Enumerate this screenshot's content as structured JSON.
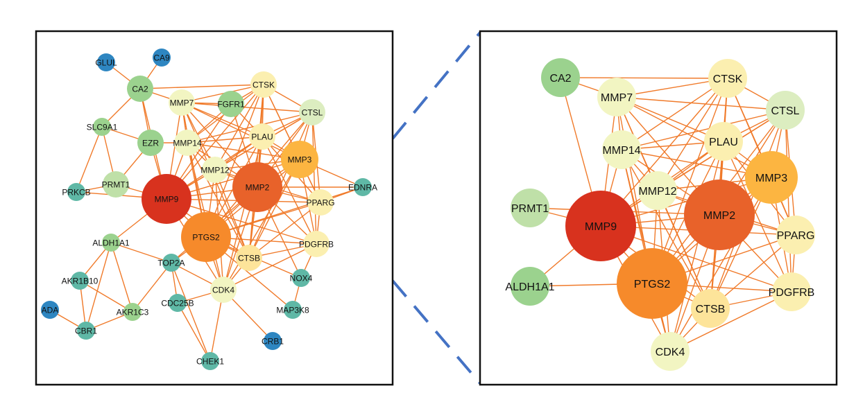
{
  "colors": {
    "edge": "#f07a2a",
    "frame": "#111111",
    "zoom_line": "#4472c4",
    "blue": "#2e86c1",
    "teal": "#5fb8a6",
    "green": "#9bd28e",
    "lightgreen": "#bfe0a8",
    "palegreen": "#dcedc0",
    "paleyellow": "#f2f5c2",
    "lightyellow": "#fbefb0",
    "yellow": "#fde49a",
    "orange": "#fcb541",
    "darkorange": "#f68a2b",
    "redorange": "#e8622a",
    "red": "#d8321e"
  },
  "left_network": {
    "nodes": [
      {
        "id": "GLUL",
        "color": "blue",
        "size": "s"
      },
      {
        "id": "CA9",
        "color": "blue",
        "size": "s"
      },
      {
        "id": "CA2",
        "color": "green",
        "size": "m"
      },
      {
        "id": "MMP7",
        "color": "paleyellow",
        "size": "m"
      },
      {
        "id": "FGFR1",
        "color": "green",
        "size": "m"
      },
      {
        "id": "CTSK",
        "color": "lightyellow",
        "size": "m"
      },
      {
        "id": "CTSL",
        "color": "palegreen",
        "size": "m"
      },
      {
        "id": "SLC9A1",
        "color": "green",
        "size": "s"
      },
      {
        "id": "EZR",
        "color": "green",
        "size": "m"
      },
      {
        "id": "MMP14",
        "color": "paleyellow",
        "size": "m"
      },
      {
        "id": "PLAU",
        "color": "lightyellow",
        "size": "m"
      },
      {
        "id": "MMP3",
        "color": "orange",
        "size": "l"
      },
      {
        "id": "MMP12",
        "color": "paleyellow",
        "size": "m"
      },
      {
        "id": "PRMT1",
        "color": "lightgreen",
        "size": "m"
      },
      {
        "id": "MMP9",
        "color": "red",
        "size": "xl"
      },
      {
        "id": "MMP2",
        "color": "redorange",
        "size": "xl"
      },
      {
        "id": "EDNRA",
        "color": "teal",
        "size": "s"
      },
      {
        "id": "PRKCB",
        "color": "teal",
        "size": "s"
      },
      {
        "id": "PPARG",
        "color": "lightyellow",
        "size": "m"
      },
      {
        "id": "PTGS2",
        "color": "darkorange",
        "size": "xl"
      },
      {
        "id": "ALDH1A1",
        "color": "green",
        "size": "s"
      },
      {
        "id": "PDGFRB",
        "color": "lightyellow",
        "size": "m"
      },
      {
        "id": "TOP2A",
        "color": "teal",
        "size": "s"
      },
      {
        "id": "CTSB",
        "color": "yellow",
        "size": "m"
      },
      {
        "id": "AKR1B10",
        "color": "teal",
        "size": "s"
      },
      {
        "id": "NOX4",
        "color": "teal",
        "size": "s"
      },
      {
        "id": "CDK4",
        "color": "paleyellow",
        "size": "m"
      },
      {
        "id": "ADA",
        "color": "blue",
        "size": "s"
      },
      {
        "id": "CDC25B",
        "color": "teal",
        "size": "s"
      },
      {
        "id": "AKR1C3",
        "color": "green",
        "size": "s"
      },
      {
        "id": "MAP3K8",
        "color": "teal",
        "size": "s"
      },
      {
        "id": "CBR1",
        "color": "teal",
        "size": "s"
      },
      {
        "id": "CRB1",
        "color": "blue",
        "size": "s"
      },
      {
        "id": "CHEK1",
        "color": "teal",
        "size": "s"
      }
    ],
    "edges": [
      [
        "GLUL",
        "CA2"
      ],
      [
        "CA9",
        "CA2"
      ],
      [
        "CA2",
        "MMP7"
      ],
      [
        "CA2",
        "CTSK"
      ],
      [
        "CA2",
        "EZR"
      ],
      [
        "CA2",
        "SLC9A1"
      ],
      [
        "CA2",
        "MMP9"
      ],
      [
        "SLC9A1",
        "EZR"
      ],
      [
        "SLC9A1",
        "PRKCB"
      ],
      [
        "SLC9A1",
        "PRMT1"
      ],
      [
        "EZR",
        "MMP14"
      ],
      [
        "EZR",
        "PRMT1"
      ],
      [
        "EZR",
        "MMP9"
      ],
      [
        "PRKCB",
        "PRMT1"
      ],
      [
        "PRKCB",
        "MMP9"
      ],
      [
        "PRMT1",
        "MMP9"
      ],
      [
        "ALDH1A1",
        "MMP9"
      ],
      [
        "ALDH1A1",
        "TOP2A"
      ],
      [
        "ALDH1A1",
        "AKR1C3"
      ],
      [
        "ALDH1A1",
        "CBR1"
      ],
      [
        "ALDH1A1",
        "AKR1B10"
      ],
      [
        "AKR1B10",
        "CBR1"
      ],
      [
        "AKR1B10",
        "AKR1C3"
      ],
      [
        "ADA",
        "CBR1"
      ],
      [
        "CBR1",
        "AKR1C3"
      ],
      [
        "AKR1C3",
        "TOP2A"
      ],
      [
        "TOP2A",
        "CDC25B"
      ],
      [
        "TOP2A",
        "CHEK1"
      ],
      [
        "TOP2A",
        "CDK4"
      ],
      [
        "TOP2A",
        "PTGS2"
      ],
      [
        "TOP2A",
        "MMP2"
      ],
      [
        "CDC25B",
        "CDK4"
      ],
      [
        "CDC25B",
        "CHEK1"
      ],
      [
        "CHEK1",
        "CDK4"
      ],
      [
        "CRB1",
        "CDK4"
      ],
      [
        "MAP3K8",
        "PTGS2"
      ],
      [
        "MAP3K8",
        "NOX4"
      ],
      [
        "NOX4",
        "PTGS2"
      ],
      [
        "NOX4",
        "MMP2"
      ],
      [
        "NOX4",
        "PDGFRB"
      ],
      [
        "EDNRA",
        "MMP2"
      ],
      [
        "EDNRA",
        "PPARG"
      ],
      [
        "EDNRA",
        "PTGS2"
      ],
      [
        "EDNRA",
        "MMP3"
      ],
      [
        "FGFR1",
        "MMP7"
      ],
      [
        "FGFR1",
        "MMP14"
      ],
      [
        "FGFR1",
        "MMP2"
      ],
      [
        "FGFR1",
        "CTSK"
      ],
      [
        "FGFR1",
        "PLAU"
      ],
      [
        "FGFR1",
        "MMP9"
      ],
      [
        "MMP7",
        "CTSK"
      ],
      [
        "MMP7",
        "CTSL"
      ],
      [
        "MMP7",
        "MMP14"
      ],
      [
        "MMP7",
        "PLAU"
      ],
      [
        "MMP7",
        "MMP3"
      ],
      [
        "MMP7",
        "MMP12"
      ],
      [
        "MMP7",
        "MMP2"
      ],
      [
        "MMP7",
        "MMP9"
      ],
      [
        "MMP7",
        "PTGS2"
      ],
      [
        "MMP7",
        "CTSB"
      ],
      [
        "CTSK",
        "CTSL"
      ],
      [
        "CTSK",
        "MMP14"
      ],
      [
        "CTSK",
        "PLAU"
      ],
      [
        "CTSK",
        "MMP3"
      ],
      [
        "CTSK",
        "MMP12"
      ],
      [
        "CTSK",
        "MMP2"
      ],
      [
        "CTSK",
        "MMP9"
      ],
      [
        "CTSK",
        "PTGS2"
      ],
      [
        "CTSK",
        "CTSB"
      ],
      [
        "CTSK",
        "PPARG"
      ],
      [
        "CTSL",
        "PLAU"
      ],
      [
        "CTSL",
        "MMP14"
      ],
      [
        "CTSL",
        "MMP3"
      ],
      [
        "CTSL",
        "MMP12"
      ],
      [
        "CTSL",
        "MMP2"
      ],
      [
        "CTSL",
        "MMP9"
      ],
      [
        "CTSL",
        "PTGS2"
      ],
      [
        "CTSL",
        "CTSB"
      ],
      [
        "CTSL",
        "PPARG"
      ],
      [
        "CTSL",
        "PDGFRB"
      ],
      [
        "MMP14",
        "PLAU"
      ],
      [
        "MMP14",
        "MMP3"
      ],
      [
        "MMP14",
        "MMP12"
      ],
      [
        "MMP14",
        "MMP2"
      ],
      [
        "MMP14",
        "MMP9"
      ],
      [
        "MMP14",
        "PTGS2"
      ],
      [
        "MMP14",
        "CTSB"
      ],
      [
        "MMP14",
        "CDK4"
      ],
      [
        "PLAU",
        "MMP3"
      ],
      [
        "PLAU",
        "MMP12"
      ],
      [
        "PLAU",
        "MMP2"
      ],
      [
        "PLAU",
        "MMP9"
      ],
      [
        "PLAU",
        "PTGS2"
      ],
      [
        "PLAU",
        "CTSB"
      ],
      [
        "PLAU",
        "PPARG"
      ],
      [
        "PLAU",
        "PDGFRB"
      ],
      [
        "PLAU",
        "CDK4"
      ],
      [
        "MMP3",
        "MMP12"
      ],
      [
        "MMP3",
        "MMP2"
      ],
      [
        "MMP3",
        "MMP9"
      ],
      [
        "MMP3",
        "PTGS2"
      ],
      [
        "MMP3",
        "CTSB"
      ],
      [
        "MMP3",
        "PPARG"
      ],
      [
        "MMP3",
        "PDGFRB"
      ],
      [
        "MMP3",
        "CDK4"
      ],
      [
        "MMP12",
        "MMP2"
      ],
      [
        "MMP12",
        "MMP9"
      ],
      [
        "MMP12",
        "PTGS2"
      ],
      [
        "MMP12",
        "CTSB"
      ],
      [
        "MMP12",
        "CDK4"
      ],
      [
        "MMP12",
        "PPARG"
      ],
      [
        "MMP9",
        "MMP2"
      ],
      [
        "MMP9",
        "PTGS2"
      ],
      [
        "MMP9",
        "CTSB"
      ],
      [
        "MMP9",
        "CDK4"
      ],
      [
        "MMP9",
        "PPARG"
      ],
      [
        "MMP9",
        "PDGFRB"
      ],
      [
        "MMP2",
        "PTGS2"
      ],
      [
        "MMP2",
        "CTSB"
      ],
      [
        "MMP2",
        "PPARG"
      ],
      [
        "MMP2",
        "PDGFRB"
      ],
      [
        "MMP2",
        "CDK4"
      ],
      [
        "PTGS2",
        "CTSB"
      ],
      [
        "PTGS2",
        "CDK4"
      ],
      [
        "PTGS2",
        "PPARG"
      ],
      [
        "PTGS2",
        "PDGFRB"
      ],
      [
        "CTSB",
        "CDK4"
      ],
      [
        "CTSB",
        "PDGFRB"
      ],
      [
        "CTSB",
        "PPARG"
      ],
      [
        "PPARG",
        "PDGFRB"
      ],
      [
        "CDK4",
        "PDGFRB"
      ]
    ]
  },
  "right_network": {
    "nodes": [
      {
        "id": "CA2",
        "color": "green",
        "size": "m"
      },
      {
        "id": "CTSK",
        "color": "lightyellow",
        "size": "m"
      },
      {
        "id": "MMP7",
        "color": "paleyellow",
        "size": "m"
      },
      {
        "id": "CTSL",
        "color": "palegreen",
        "size": "m"
      },
      {
        "id": "PLAU",
        "color": "lightyellow",
        "size": "m"
      },
      {
        "id": "MMP14",
        "color": "paleyellow",
        "size": "m"
      },
      {
        "id": "MMP3",
        "color": "orange",
        "size": "l"
      },
      {
        "id": "MMP12",
        "color": "paleyellow",
        "size": "m"
      },
      {
        "id": "PRMT1",
        "color": "lightgreen",
        "size": "m"
      },
      {
        "id": "MMP2",
        "color": "redorange",
        "size": "xl"
      },
      {
        "id": "MMP9",
        "color": "red",
        "size": "xl"
      },
      {
        "id": "PPARG",
        "color": "lightyellow",
        "size": "m"
      },
      {
        "id": "ALDH1A1",
        "color": "green",
        "size": "m"
      },
      {
        "id": "PTGS2",
        "color": "darkorange",
        "size": "xl"
      },
      {
        "id": "PDGFRB",
        "color": "lightyellow",
        "size": "m"
      },
      {
        "id": "CTSB",
        "color": "yellow",
        "size": "m"
      },
      {
        "id": "CDK4",
        "color": "paleyellow",
        "size": "m"
      }
    ],
    "edges": [
      [
        "CA2",
        "CTSK"
      ],
      [
        "CA2",
        "MMP7"
      ],
      [
        "CA2",
        "MMP9"
      ],
      [
        "MMP7",
        "CTSK"
      ],
      [
        "MMP7",
        "CTSL"
      ],
      [
        "MMP7",
        "PLAU"
      ],
      [
        "MMP7",
        "MMP14"
      ],
      [
        "MMP7",
        "MMP3"
      ],
      [
        "MMP7",
        "MMP12"
      ],
      [
        "MMP7",
        "MMP2"
      ],
      [
        "MMP7",
        "MMP9"
      ],
      [
        "MMP7",
        "PTGS2"
      ],
      [
        "MMP7",
        "CTSB"
      ],
      [
        "CTSK",
        "CTSL"
      ],
      [
        "CTSK",
        "PLAU"
      ],
      [
        "CTSK",
        "MMP14"
      ],
      [
        "CTSK",
        "MMP3"
      ],
      [
        "CTSK",
        "MMP12"
      ],
      [
        "CTSK",
        "MMP2"
      ],
      [
        "CTSK",
        "MMP9"
      ],
      [
        "CTSK",
        "PTGS2"
      ],
      [
        "CTSK",
        "CTSB"
      ],
      [
        "CTSK",
        "PPARG"
      ],
      [
        "CTSL",
        "PLAU"
      ],
      [
        "CTSL",
        "MMP14"
      ],
      [
        "CTSL",
        "MMP3"
      ],
      [
        "CTSL",
        "MMP12"
      ],
      [
        "CTSL",
        "MMP2"
      ],
      [
        "CTSL",
        "MMP9"
      ],
      [
        "CTSL",
        "PTGS2"
      ],
      [
        "CTSL",
        "CTSB"
      ],
      [
        "CTSL",
        "PPARG"
      ],
      [
        "CTSL",
        "PDGFRB"
      ],
      [
        "PLAU",
        "MMP14"
      ],
      [
        "PLAU",
        "MMP3"
      ],
      [
        "PLAU",
        "MMP12"
      ],
      [
        "PLAU",
        "MMP2"
      ],
      [
        "PLAU",
        "MMP9"
      ],
      [
        "PLAU",
        "PTGS2"
      ],
      [
        "PLAU",
        "CTSB"
      ],
      [
        "PLAU",
        "PPARG"
      ],
      [
        "PLAU",
        "PDGFRB"
      ],
      [
        "PLAU",
        "CDK4"
      ],
      [
        "MMP14",
        "MMP3"
      ],
      [
        "MMP14",
        "MMP12"
      ],
      [
        "MMP14",
        "MMP2"
      ],
      [
        "MMP14",
        "MMP9"
      ],
      [
        "MMP14",
        "PTGS2"
      ],
      [
        "MMP14",
        "CTSB"
      ],
      [
        "MMP14",
        "CDK4"
      ],
      [
        "MMP3",
        "MMP12"
      ],
      [
        "MMP3",
        "MMP2"
      ],
      [
        "MMP3",
        "MMP9"
      ],
      [
        "MMP3",
        "PTGS2"
      ],
      [
        "MMP3",
        "CTSB"
      ],
      [
        "MMP3",
        "PPARG"
      ],
      [
        "MMP3",
        "PDGFRB"
      ],
      [
        "MMP3",
        "CDK4"
      ],
      [
        "MMP12",
        "MMP2"
      ],
      [
        "MMP12",
        "MMP9"
      ],
      [
        "MMP12",
        "PTGS2"
      ],
      [
        "MMP12",
        "CTSB"
      ],
      [
        "MMP12",
        "CDK4"
      ],
      [
        "MMP12",
        "PPARG"
      ],
      [
        "PRMT1",
        "MMP9"
      ],
      [
        "PRMT1",
        "MMP2"
      ],
      [
        "ALDH1A1",
        "MMP9"
      ],
      [
        "ALDH1A1",
        "PTGS2"
      ],
      [
        "MMP9",
        "MMP2"
      ],
      [
        "MMP9",
        "PTGS2"
      ],
      [
        "MMP9",
        "CTSB"
      ],
      [
        "MMP9",
        "CDK4"
      ],
      [
        "MMP9",
        "PPARG"
      ],
      [
        "MMP9",
        "PDGFRB"
      ],
      [
        "MMP2",
        "PTGS2"
      ],
      [
        "MMP2",
        "CTSB"
      ],
      [
        "MMP2",
        "PPARG"
      ],
      [
        "MMP2",
        "PDGFRB"
      ],
      [
        "MMP2",
        "CDK4"
      ],
      [
        "PTGS2",
        "CTSB"
      ],
      [
        "PTGS2",
        "CDK4"
      ],
      [
        "PTGS2",
        "PPARG"
      ],
      [
        "PTGS2",
        "PDGFRB"
      ],
      [
        "CTSB",
        "CDK4"
      ],
      [
        "CTSB",
        "PDGFRB"
      ],
      [
        "CTSB",
        "PPARG"
      ],
      [
        "PPARG",
        "PDGFRB"
      ],
      [
        "CDK4",
        "PDGFRB"
      ]
    ]
  }
}
